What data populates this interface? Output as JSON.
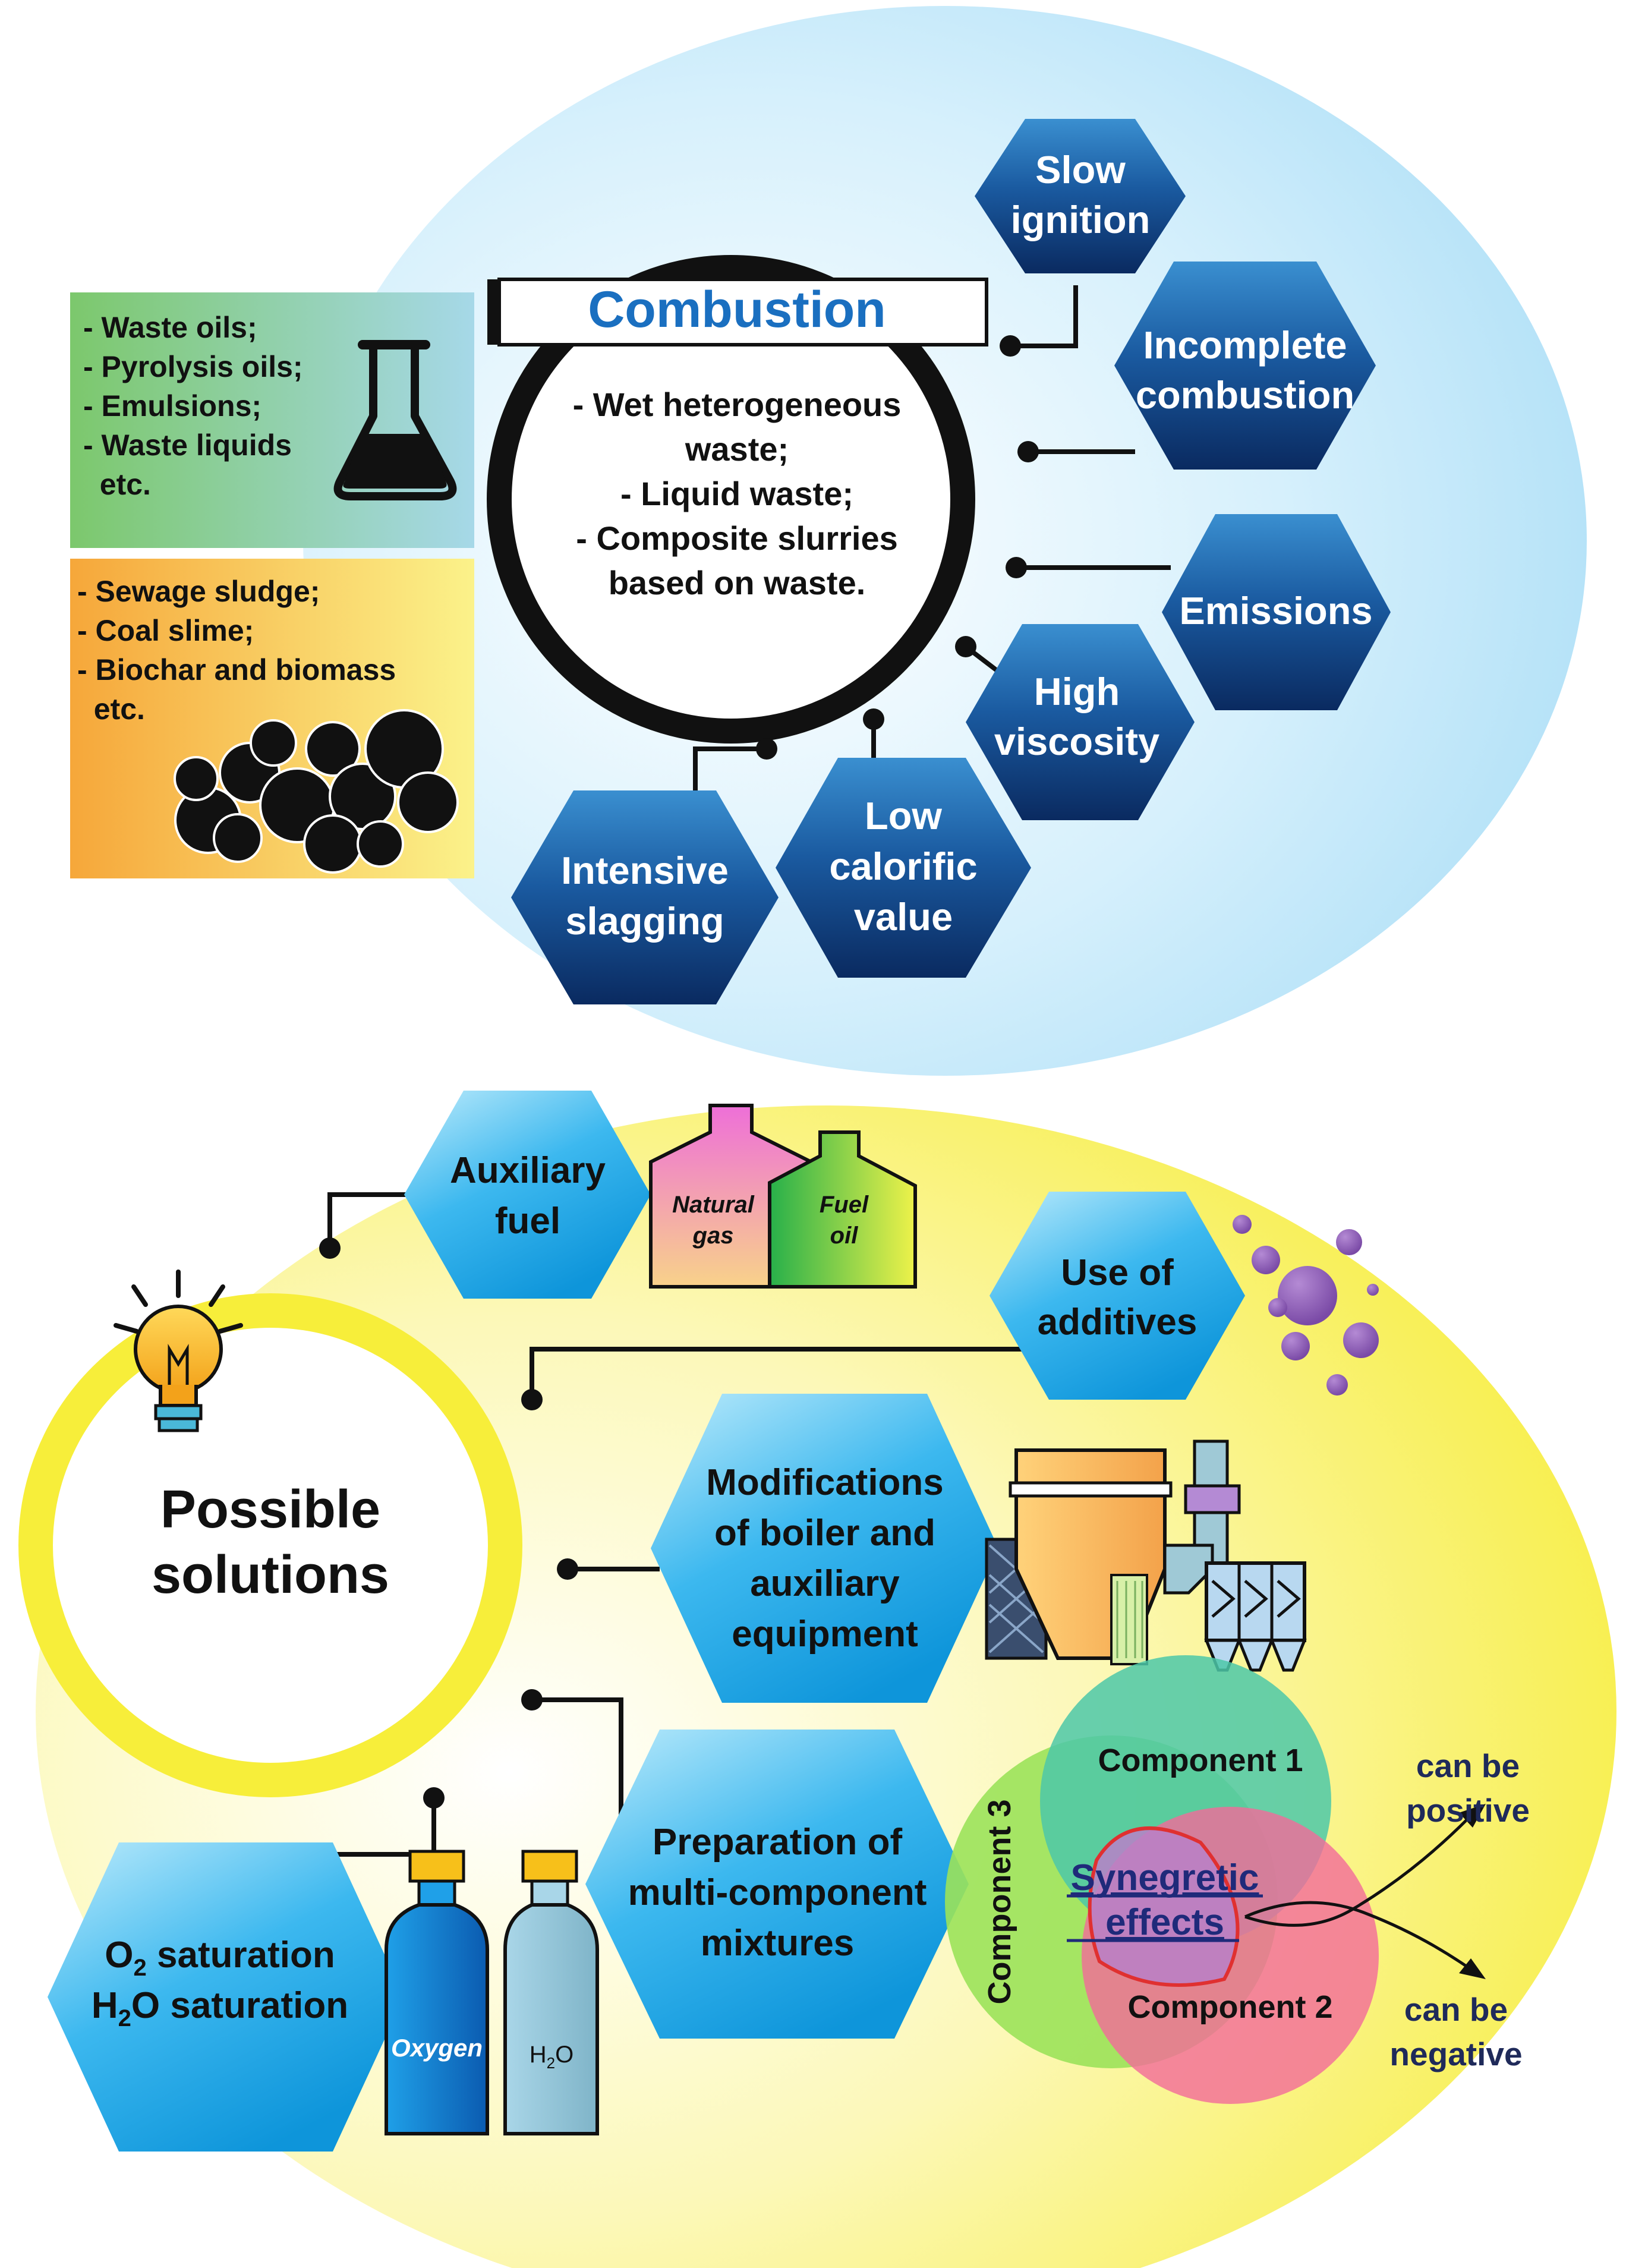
{
  "combustion": {
    "title": "Combustion",
    "center_lines": [
      "- Wet heterogeneous",
      "waste;",
      "- Liquid waste;",
      "- Composite slurries",
      "based on waste."
    ]
  },
  "liquids_box": {
    "lines": [
      "- Waste oils;",
      "- Pyrolysis oils;",
      "- Emulsions;",
      "- Waste liquids",
      "  etc."
    ]
  },
  "solids_box": {
    "lines": [
      "- Sewage sludge;",
      "- Coal slime;",
      "- Biochar and biomass",
      "  etc."
    ]
  },
  "problems": {
    "slow_ignition": [
      "Slow",
      "ignition"
    ],
    "incomplete_combustion": [
      "Incomplete",
      "combustion"
    ],
    "emissions": [
      "Emissions"
    ],
    "high_viscosity": [
      "High",
      "viscosity"
    ],
    "low_calorific": [
      "Low",
      "calorific",
      "value"
    ],
    "intensive_slagging": [
      "Intensive",
      "slagging"
    ]
  },
  "solutions": {
    "title": [
      "Possible",
      "solutions"
    ],
    "auxiliary_fuel": [
      "Auxiliary",
      "fuel"
    ],
    "natural_gas": [
      "Natural",
      "gas"
    ],
    "fuel_oil": [
      "Fuel",
      "oil"
    ],
    "additives": [
      "Use of",
      "additives"
    ],
    "boiler": [
      "Modifications",
      "of boiler and",
      "auxiliary",
      "equipment"
    ],
    "mixtures": [
      "Preparation of",
      "multi-component",
      "mixtures"
    ],
    "saturation_o2": {
      "pre": "O",
      "sub": "2",
      "post": " saturation"
    },
    "saturation_h2o": {
      "pre": "H",
      "sub": "2",
      "post": "O saturation"
    },
    "oxygen_label": "Oxygen",
    "h2o_label": {
      "pre": "H",
      "sub": "2",
      "post": "O"
    }
  },
  "venn": {
    "component1": "Component 1",
    "component2": "Component 2",
    "component3": "Component 3",
    "synergy": [
      "Synegretic",
      "effects"
    ],
    "positive": [
      "can be",
      "positive"
    ],
    "negative": [
      "can be",
      "negative"
    ]
  },
  "colors": {
    "hex_dark_top": "#2b7fc4",
    "hex_dark_bottom": "#0b2d66",
    "hex_light_top": "#8ad8f5",
    "hex_light_bottom": "#1aa0e0",
    "top_bg": "#bfe6fa",
    "bottom_bg": "#fbf46e"
  }
}
